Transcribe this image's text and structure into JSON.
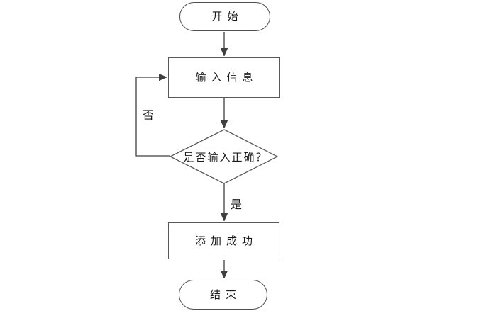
{
  "flowchart": {
    "nodes": {
      "start": {
        "type": "terminator",
        "label": "开始"
      },
      "input": {
        "type": "process",
        "label": "输入信息"
      },
      "decision": {
        "type": "decision",
        "label": "是否输入正确？"
      },
      "success": {
        "type": "process",
        "label": "添加成功"
      },
      "end": {
        "type": "terminator",
        "label": "结束"
      }
    },
    "edges": {
      "no_label": "否",
      "yes_label": "是"
    },
    "colors": {
      "background": "#ffffff",
      "connector_line": "#3f3f3f",
      "shape_border": "#595959",
      "text": "#1a1a1a"
    }
  }
}
